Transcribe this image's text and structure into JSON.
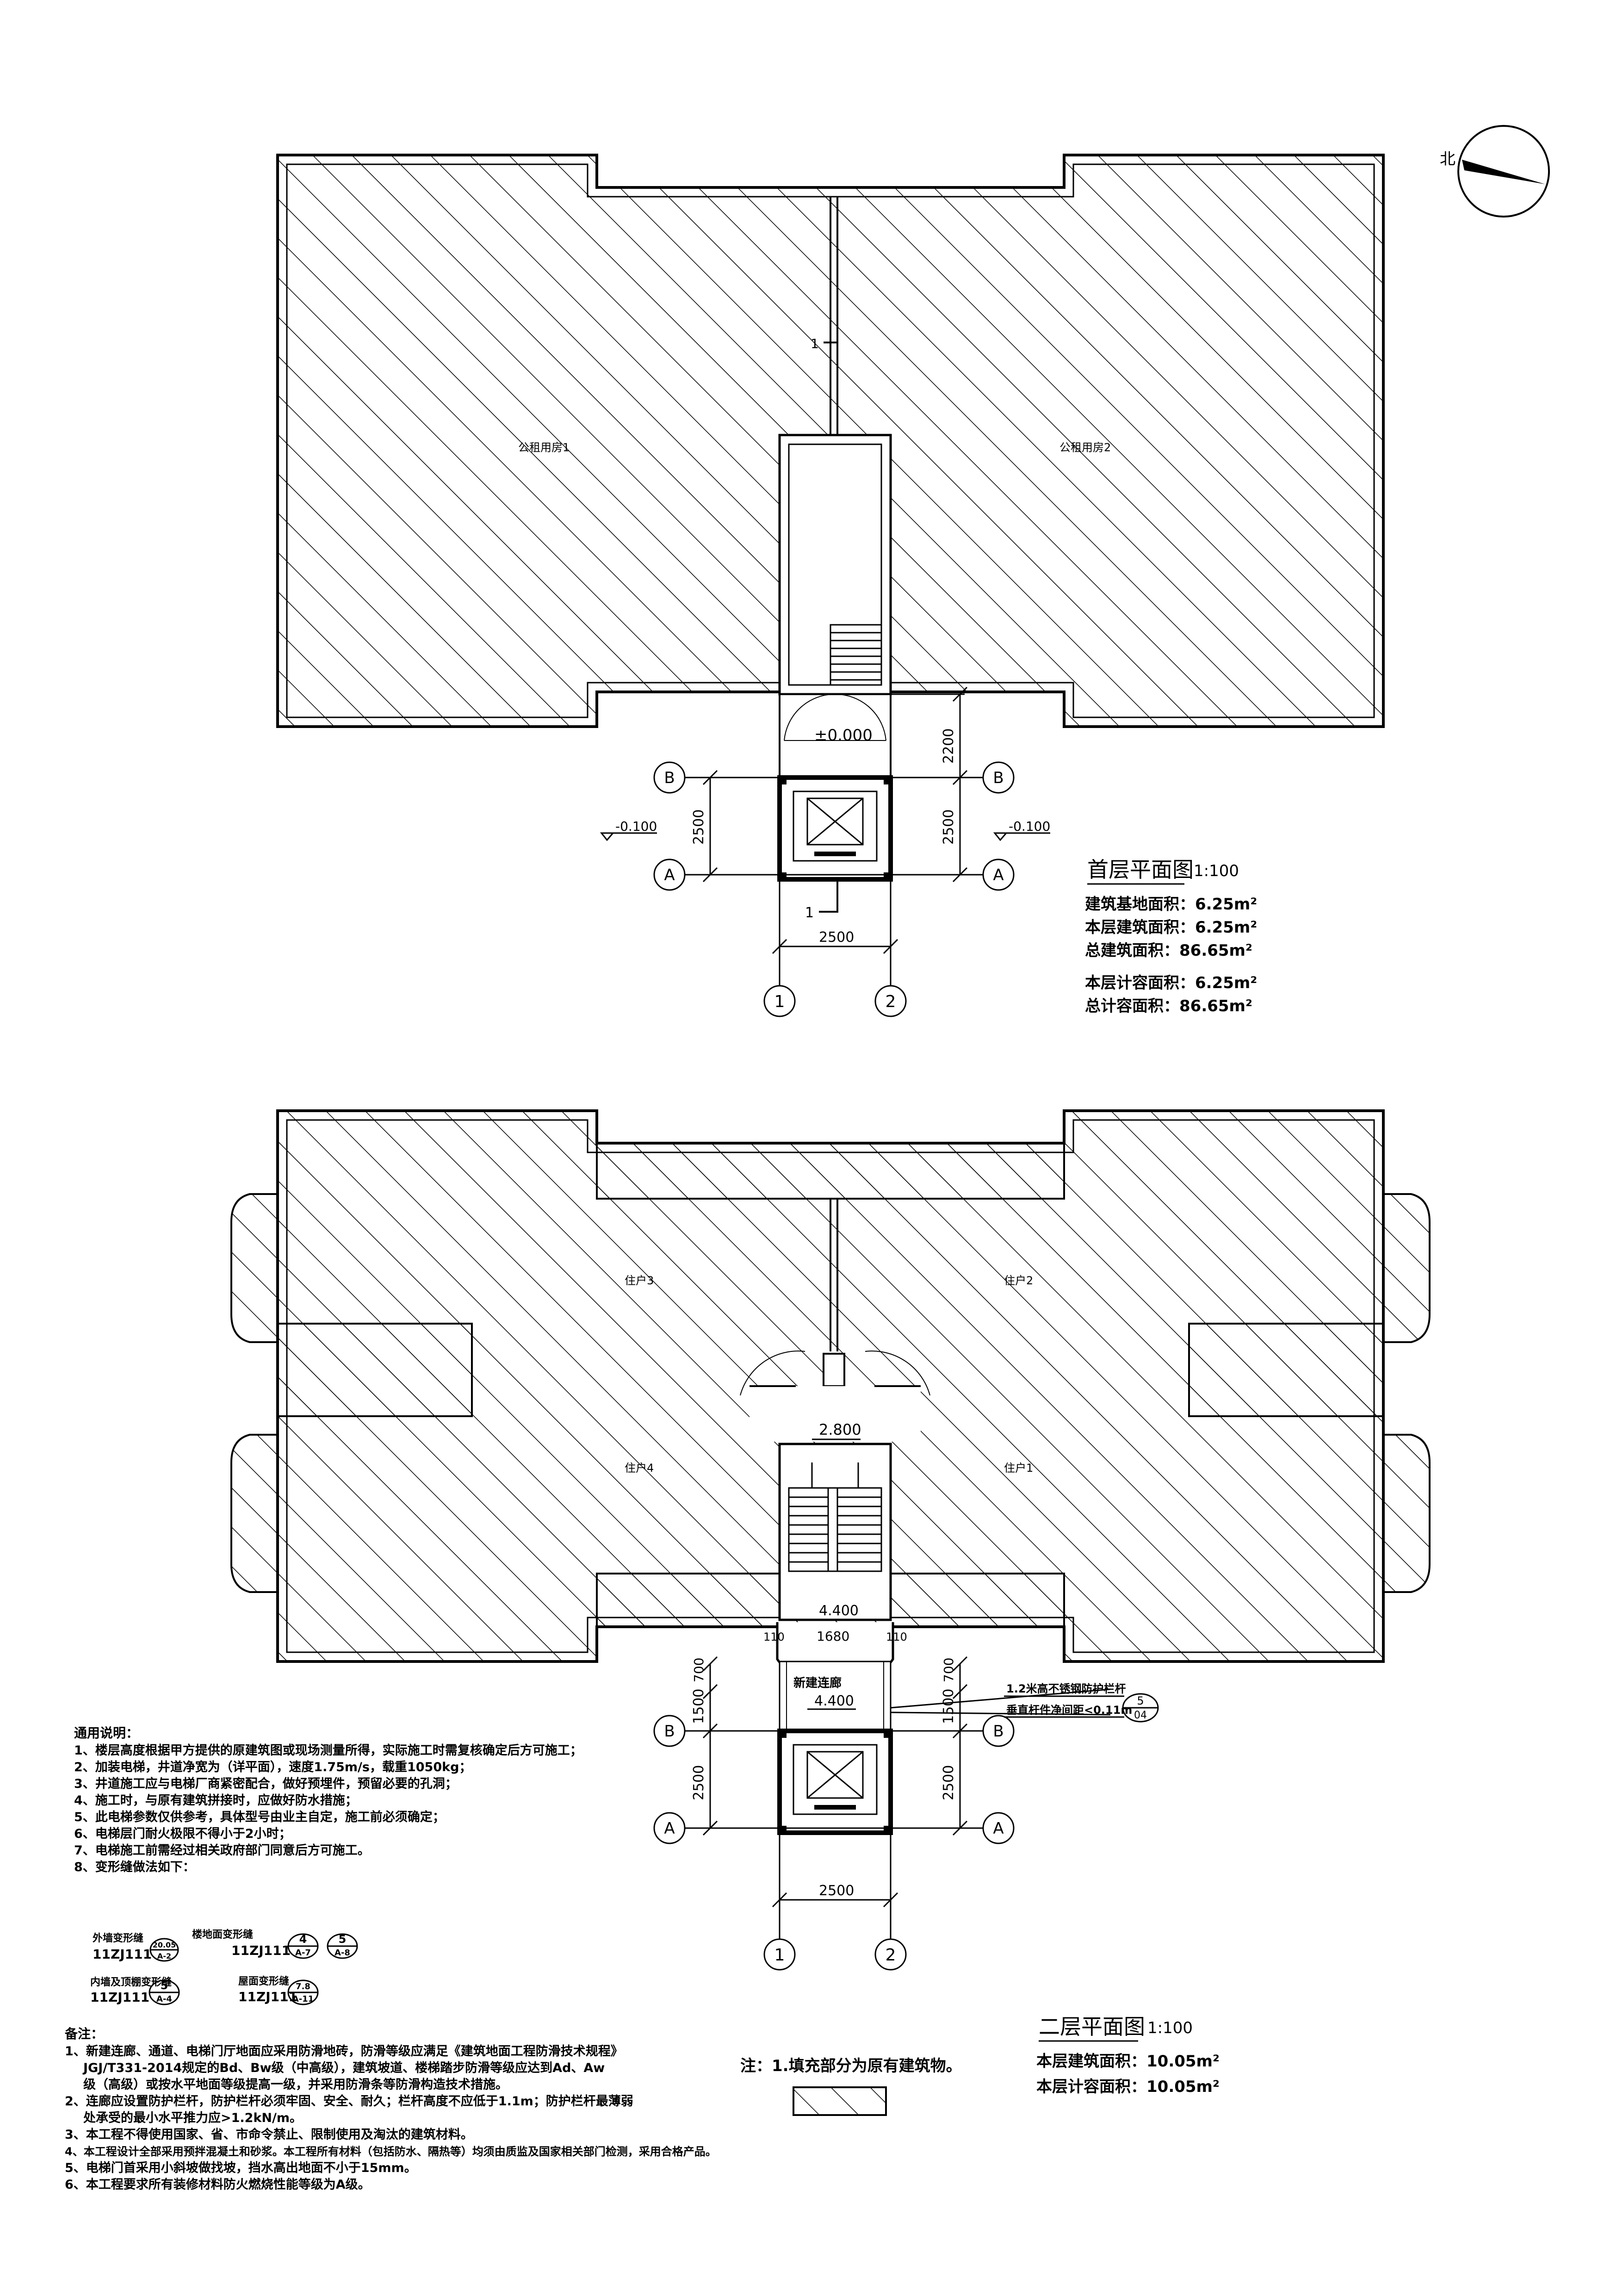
{
  "compass": {
    "north_label": "北"
  },
  "ground_floor": {
    "title": "首层平面图",
    "scale": "1:100",
    "room_left": "公租用房1",
    "room_right": "公租用房2",
    "level_main": "±0.000",
    "level_side_left": "-0.100",
    "level_side_right": "-0.100",
    "dim_top": "2200",
    "dim_left": "2500",
    "dim_right": "2500",
    "dim_bottom": "2500",
    "axis_a_left": "A",
    "axis_a_right": "A",
    "axis_b_left": "B",
    "axis_b_right": "B",
    "axis_1": "1",
    "axis_2": "2",
    "section_mark_top": "1",
    "section_mark_bottom": "1",
    "areas": [
      "建筑基地面积：6.25m²",
      "本层建筑面积：6.25m²",
      "总建筑面积：86.65m²",
      "本层计容面积：6.25m²",
      "总计容面积：86.65m²"
    ]
  },
  "second_floor": {
    "title": "二层平面图",
    "scale": "1:100",
    "room_tl": "住户3",
    "room_tr": "住户2",
    "room_bl": "住户4",
    "room_br": "住户1",
    "level_upper": "2.800",
    "level_lower": "4.400",
    "corridor_label": "新建连廊",
    "corridor_level": "4.400",
    "dim_gap": "1680",
    "dim_side_a": "110",
    "dim_side_b": "110",
    "dim_700_left": "700",
    "dim_700_right": "700",
    "dim_1500_left": "1500",
    "dim_1500_right": "1500",
    "dim_2500_left": "2500",
    "dim_2500_right": "2500",
    "dim_bottom": "2500",
    "axis_a_left": "A",
    "axis_a_right": "A",
    "axis_b_left": "B",
    "axis_b_right": "B",
    "axis_1": "1",
    "axis_2": "2",
    "rail_note_1": "1.2米高不锈钢防护栏杆",
    "rail_note_2": "垂直杆件净间距<0.11m",
    "rail_detail_num": "5",
    "rail_detail_sheet": "04",
    "areas": [
      "本层建筑面积：10.05m²",
      "本层计容面积：10.05m²"
    ]
  },
  "legend": {
    "note": "注：1.填充部分为原有建筑物。"
  },
  "general_notes": {
    "title": "通用说明：",
    "items": [
      "1、楼层高度根据甲方提供的原建筑图或现场测量所得，实际施工时需复核确定后方可施工；",
      "2、加装电梯，井道净宽为（详平面），速度1.75m/s，载重1050kg；",
      "3、井道施工应与电梯厂商紧密配合，做好预埋件，预留必要的孔洞；",
      "4、施工时，与原有建筑拼接时，应做好防水措施；",
      "5、此电梯参数仅供参考，具体型号由业主自定，施工前必须确定；",
      "6、电梯层门耐火极限不得小于2小时；",
      "7、电梯施工前需经过相关政府部门同意后方可施工。",
      "8、变形缝做法如下："
    ],
    "joints": [
      {
        "name": "外墙变形缝",
        "ref": "11ZJ111",
        "num": "20.05",
        "sheet": "A-2"
      },
      {
        "name": "楼地面变形缝",
        "ref": "11ZJ111",
        "num": "4",
        "sheet": "A-7",
        "num2": "5",
        "sheet2": "A-8"
      },
      {
        "name": "内墙及顶棚变形缝",
        "ref": "11ZJ111",
        "num": "5",
        "sheet": "A-4"
      },
      {
        "name": "屋面变形缝",
        "ref": "11ZJ111",
        "num": "7.8",
        "sheet": "A-11"
      }
    ]
  },
  "remarks": {
    "title": "备注：",
    "items": [
      "1、新建连廊、通道、电梯门厅地面应采用防滑地砖，防滑等级应满足《建筑地面工程防滑技术规程》",
      "JGJ/T331-2014规定的Bd、Bw级（中高级），建筑坡道、楼梯踏步防滑等级应达到Ad、Aw",
      "级（高级）或按水平地面等级提高一级，并采用防滑条等防滑构造技术措施。",
      "2、连廊应设置防护栏杆，防护栏杆必须牢固、安全、耐久；栏杆高度不应低于1.1m；防护栏杆最薄弱",
      "处承受的最小水平推力应>1.2kN/m。",
      "3、本工程不得使用国家、省、市命令禁止、限制使用及淘汰的建筑材料。",
      "4、本工程设计全部采用预拌混凝土和砂浆。本工程所有材料（包括防水、隔热等）均须由质监及国家相关部门检测，采用合格产品。",
      "5、电梯门首采用小斜坡做找坡，挡水高出地面不小于15mm。",
      "6、本工程要求所有装修材料防火燃烧性能等级为A级。"
    ]
  }
}
